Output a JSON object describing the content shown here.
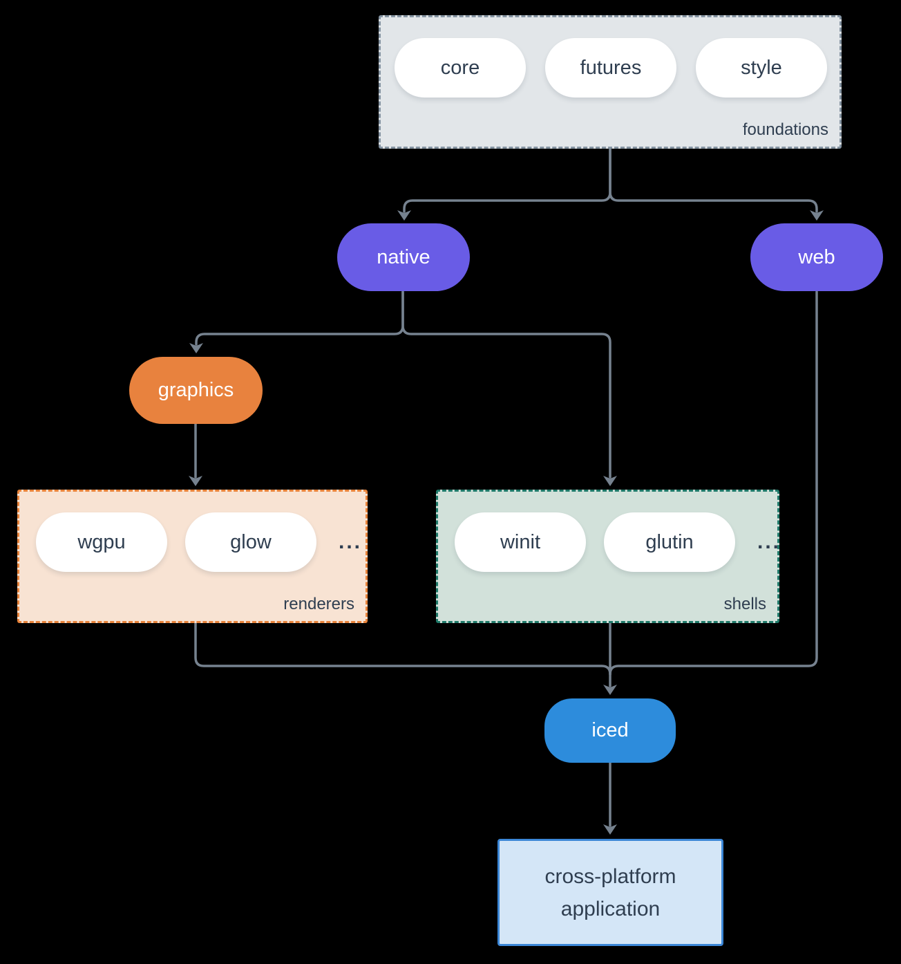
{
  "diagram": {
    "foundations": {
      "label": "foundations",
      "pills": [
        "core",
        "futures",
        "style"
      ]
    },
    "native": {
      "label": "native"
    },
    "web": {
      "label": "web"
    },
    "graphics": {
      "label": "graphics"
    },
    "renderers": {
      "label": "renderers",
      "pills": [
        "wgpu",
        "glow"
      ],
      "more": "..."
    },
    "shells": {
      "label": "shells",
      "pills": [
        "winit",
        "glutin"
      ],
      "more": "..."
    },
    "iced": {
      "label": "iced"
    },
    "application": {
      "line1": "cross-platform",
      "line2": "application"
    }
  },
  "colors": {
    "background": "#000000",
    "connector": "#76828F",
    "foundations_fill": "#E2E6E9",
    "foundations_border": "#8493A1",
    "node_purple": "#695CE6",
    "node_orange": "#E8823E",
    "node_blue": "#2D8CDC",
    "renderers_fill": "#F8E3D3",
    "renderers_border": "#E8833A",
    "shells_fill": "#D2E1DA",
    "shells_border": "#1F7A6A",
    "application_fill": "#D4E6F7",
    "application_border": "#3C87D7",
    "text_dark": "#2F3E50"
  }
}
